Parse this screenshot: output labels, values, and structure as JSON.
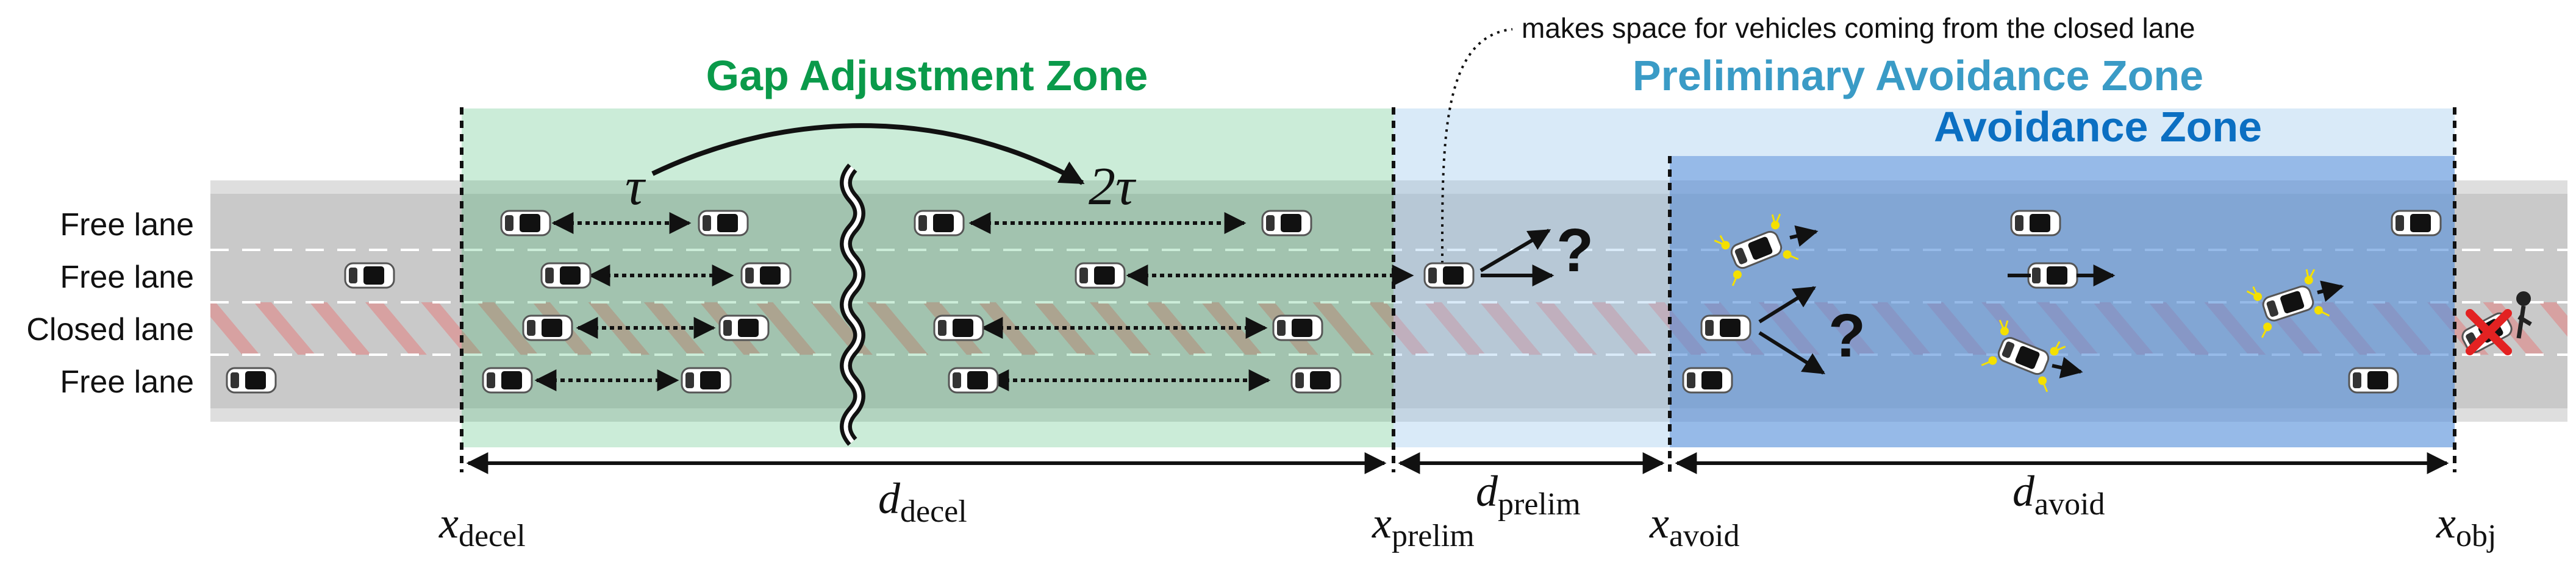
{
  "zones": {
    "gap_adjustment": {
      "title": "Gap Adjustment Zone",
      "color": "#0a9a4a"
    },
    "preliminary_avoidance": {
      "title": "Preliminary Avoidance Zone",
      "color": "#3a9bc6"
    },
    "avoidance": {
      "title": "Avoidance Zone",
      "color": "#0b6fc2"
    }
  },
  "lanes": [
    "Free lane",
    "Free lane",
    "Closed lane",
    "Free lane"
  ],
  "callout": "makes space for vehicles coming from the closed lane",
  "time_gaps": {
    "before": "τ",
    "after": "2τ"
  },
  "question_mark": "?",
  "distances": {
    "decel": {
      "base": "d",
      "sub": "decel"
    },
    "prelim": {
      "base": "d",
      "sub": "prelim"
    },
    "avoid": {
      "base": "d",
      "sub": "avoid"
    }
  },
  "positions": {
    "decel": {
      "base": "x",
      "sub": "decel"
    },
    "prelim": {
      "base": "x",
      "sub": "prelim"
    },
    "avoid": {
      "base": "x",
      "sub": "avoid"
    },
    "obj": {
      "base": "x",
      "sub": "obj"
    }
  },
  "colors": {
    "road": "#c9c9c9",
    "road_edge": "#dedede",
    "closed_hatch": "#e28080",
    "obstacle_cross": "#e32222",
    "hazard_light": "#f4e000"
  }
}
